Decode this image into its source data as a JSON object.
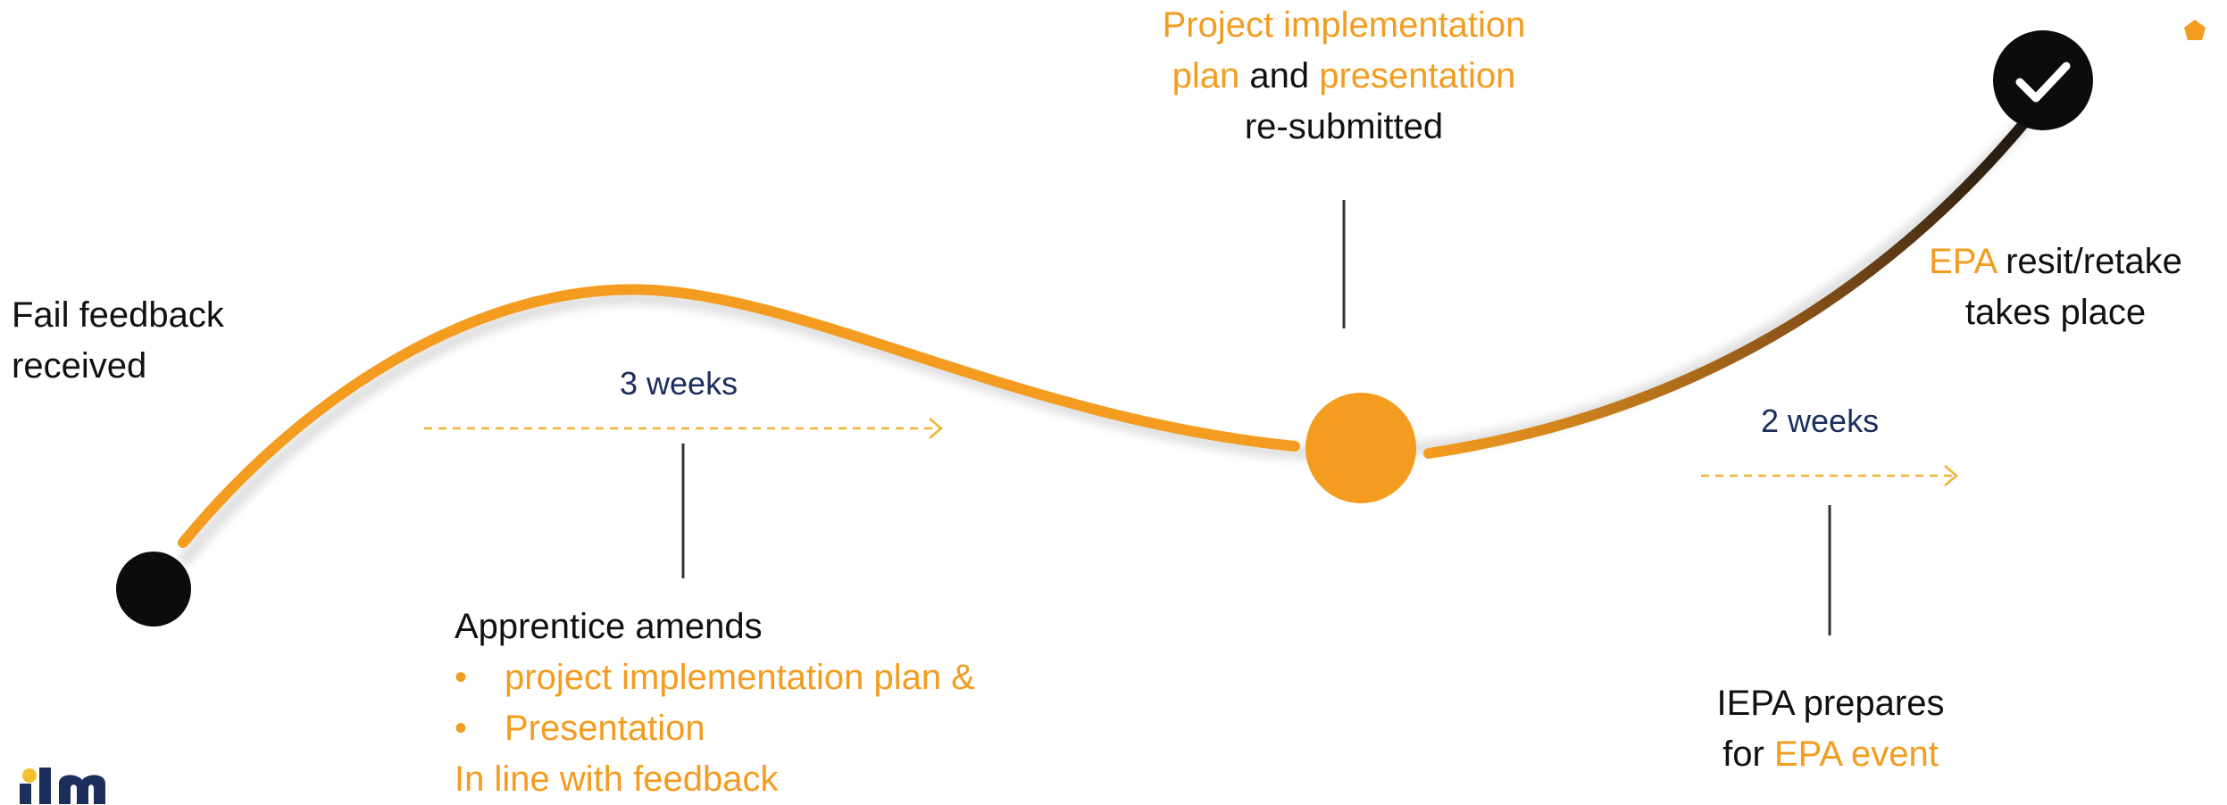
{
  "colors": {
    "accent": "#f39c1f",
    "dark": "#0c0c0c",
    "navy": "#1c2e5c",
    "leader": "#333333",
    "dash": "#f2b233"
  },
  "icons": {
    "start": "filled-circle",
    "mid": "filled-circle",
    "end": "check-circle",
    "logo": "ilm-logo"
  },
  "steps": {
    "fail": {
      "line1": "Fail feedback",
      "line2": "received"
    },
    "resubmit": {
      "line1": "Project implementation",
      "line2_a": "plan",
      "line2_b": "and",
      "line2_c": "presentation",
      "line3": "re-submitted"
    },
    "resit": {
      "line1_a": "EPA",
      "line1_b": "resit/retake",
      "line2": "takes place"
    },
    "amend": {
      "heading": "Apprentice amends",
      "bullet_symbol": "•",
      "bullets": [
        "project implementation plan &",
        "Presentation"
      ],
      "footer": "In line with feedback"
    },
    "prepare": {
      "line1": "IEPA prepares",
      "line2_a": "for",
      "line2_b": "EPA event"
    }
  },
  "durations": {
    "first": "3 weeks",
    "second": "2 weeks"
  }
}
